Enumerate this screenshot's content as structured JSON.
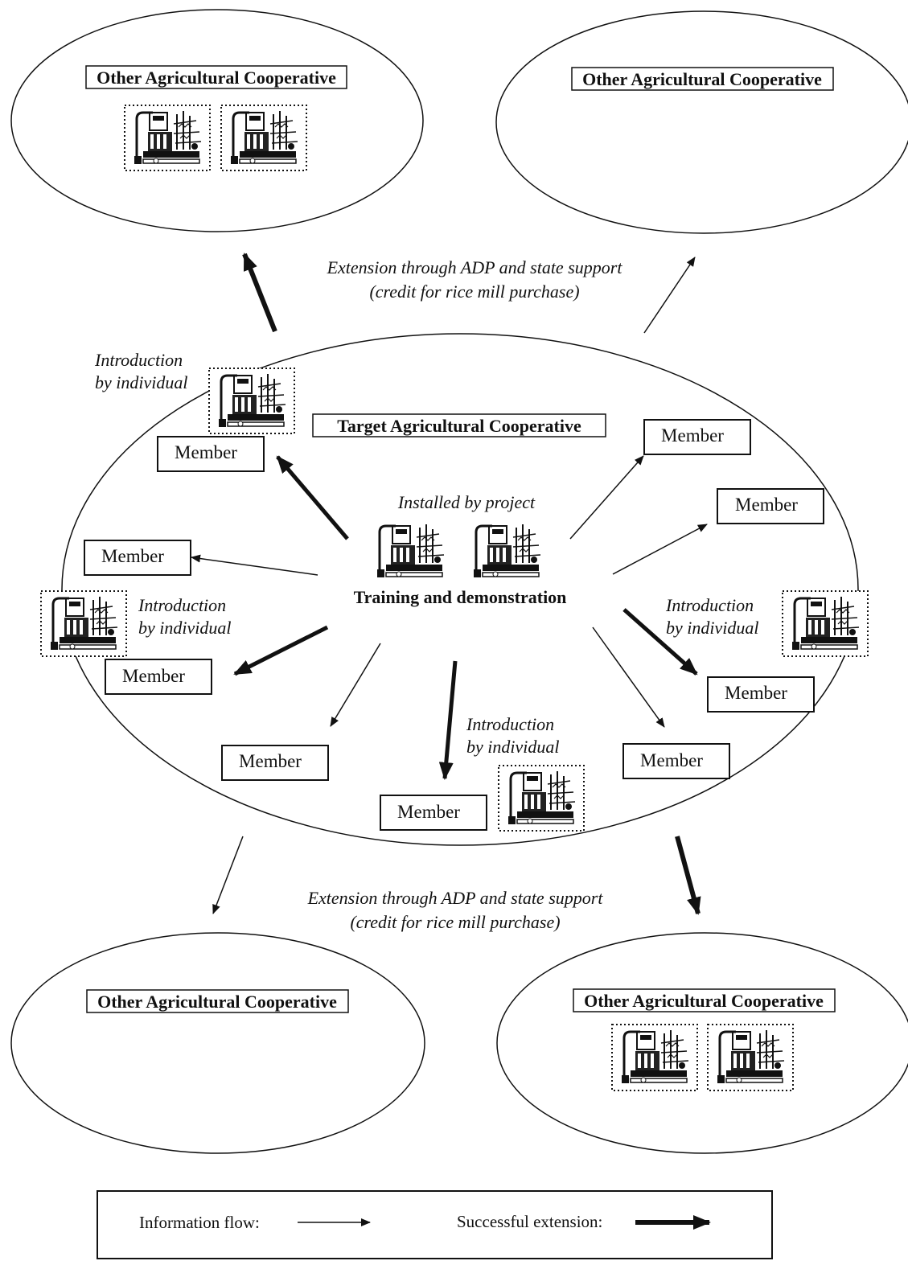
{
  "other_coop_label": "Other Agricultural Cooperative",
  "target_coop_label": "Target Agricultural Cooperative",
  "member_label": "Member",
  "intro_line1": "Introduction",
  "intro_line2": "by individual",
  "installed_label": "Installed by project",
  "training_label": "Training and demonstration",
  "extension_line1": "Extension through ADP and state support",
  "extension_line2": "(credit for rice mill purchase)",
  "legend": {
    "information_flow": "Information flow:",
    "successful_extension": "Successful extension:"
  },
  "colors": {
    "ink": "#111111",
    "background": "#ffffff"
  },
  "icon_name": "rice-mill-icon"
}
